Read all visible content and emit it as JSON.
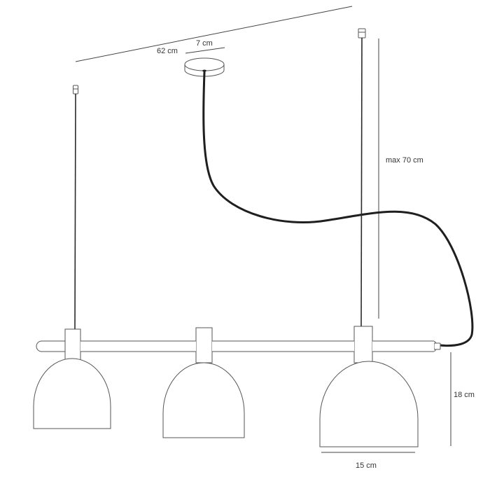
{
  "dimensions": {
    "total_length": "62 cm",
    "canopy_diameter": "7 cm",
    "max_suspension": "max 70 cm",
    "shade_height": "18 cm",
    "shade_diameter": "15 cm"
  }
}
